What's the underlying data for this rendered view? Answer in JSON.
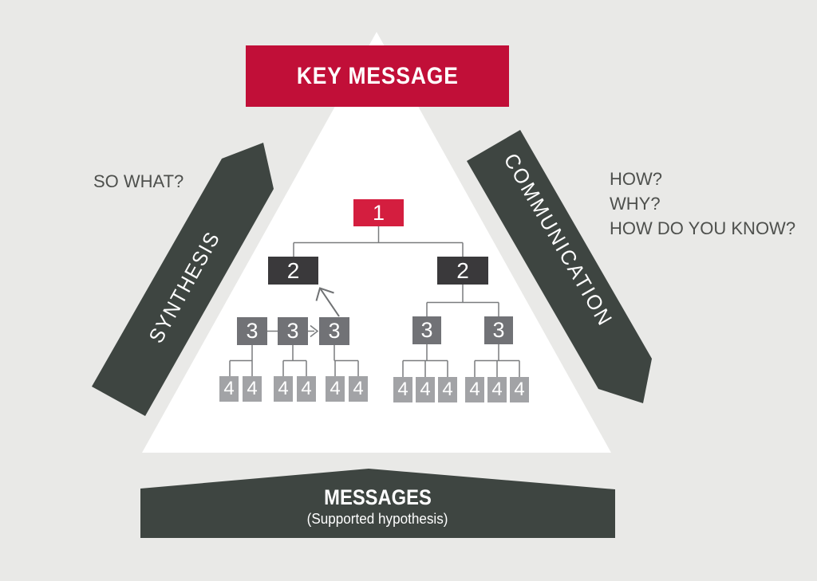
{
  "header": {
    "key_message": "KEY MESSAGE"
  },
  "left_side": {
    "question": "SO WHAT?",
    "arrow_label": "SYNTHESIS"
  },
  "right_side": {
    "questions": [
      "HOW?",
      "WHY?",
      "HOW DO YOU KNOW?"
    ],
    "arrow_label": "COMMUNICATION"
  },
  "pyramid": {
    "level1": "1",
    "level2": "2",
    "level3": "3",
    "level4": "4"
  },
  "footer": {
    "title": "MESSAGES",
    "subtitle": "(Supported hypothesis)"
  },
  "colors": {
    "background": "#e9e9e7",
    "triangle": "#ffffff",
    "key_message_bg": "#c10f38",
    "node1_bg": "#d41e3f",
    "node2_bg": "#3a393b",
    "node3_bg": "#717276",
    "node4_bg": "#a2a3a6",
    "arrow_and_banner_bg": "#3e4541",
    "connector_line": "#7a7c7e",
    "question_text": "#4e504d",
    "light_text": "#ffffff"
  }
}
